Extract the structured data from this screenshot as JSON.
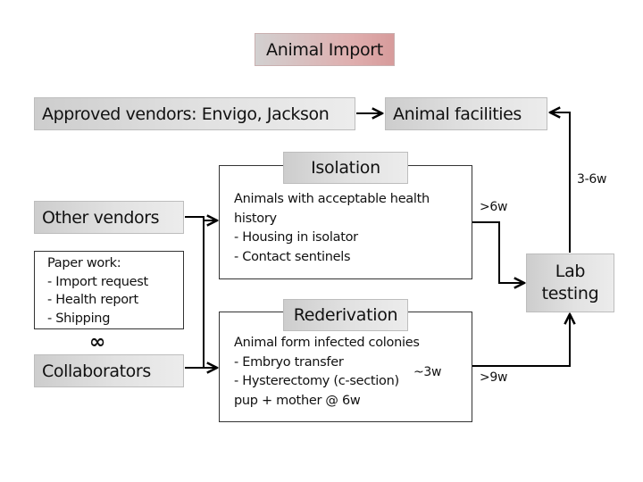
{
  "title": "Animal Import",
  "approved_vendors": {
    "label": "Approved vendors: Envigo, Jackson"
  },
  "animal_facilities": {
    "label": "Animal facilities"
  },
  "other_vendors": {
    "label": "Other vendors"
  },
  "paperwork": {
    "heading": "Paper work:",
    "items": [
      "- Import request",
      "- Health report",
      "- Shipping"
    ]
  },
  "infinity_symbol": "∞",
  "collaborators": {
    "label": "Collaborators"
  },
  "isolation": {
    "title": "Isolation",
    "lines": [
      "Animals with acceptable health",
      "history",
      "- Housing in isolator",
      "- Contact sentinels"
    ]
  },
  "rederivation": {
    "title": "Rederivation",
    "lines": [
      "Animal form infected colonies",
      "- Embryo transfer",
      "- Hysterectomy (c-section)",
      "pup + mother @ 6w"
    ],
    "duration_note": "~3w"
  },
  "lab_testing": {
    "line1": "Lab",
    "line2": "testing"
  },
  "durations": {
    "isolation_to_lab": ">6w",
    "rederivation_to_lab": ">9w",
    "lab_to_facilities": "3-6w"
  }
}
